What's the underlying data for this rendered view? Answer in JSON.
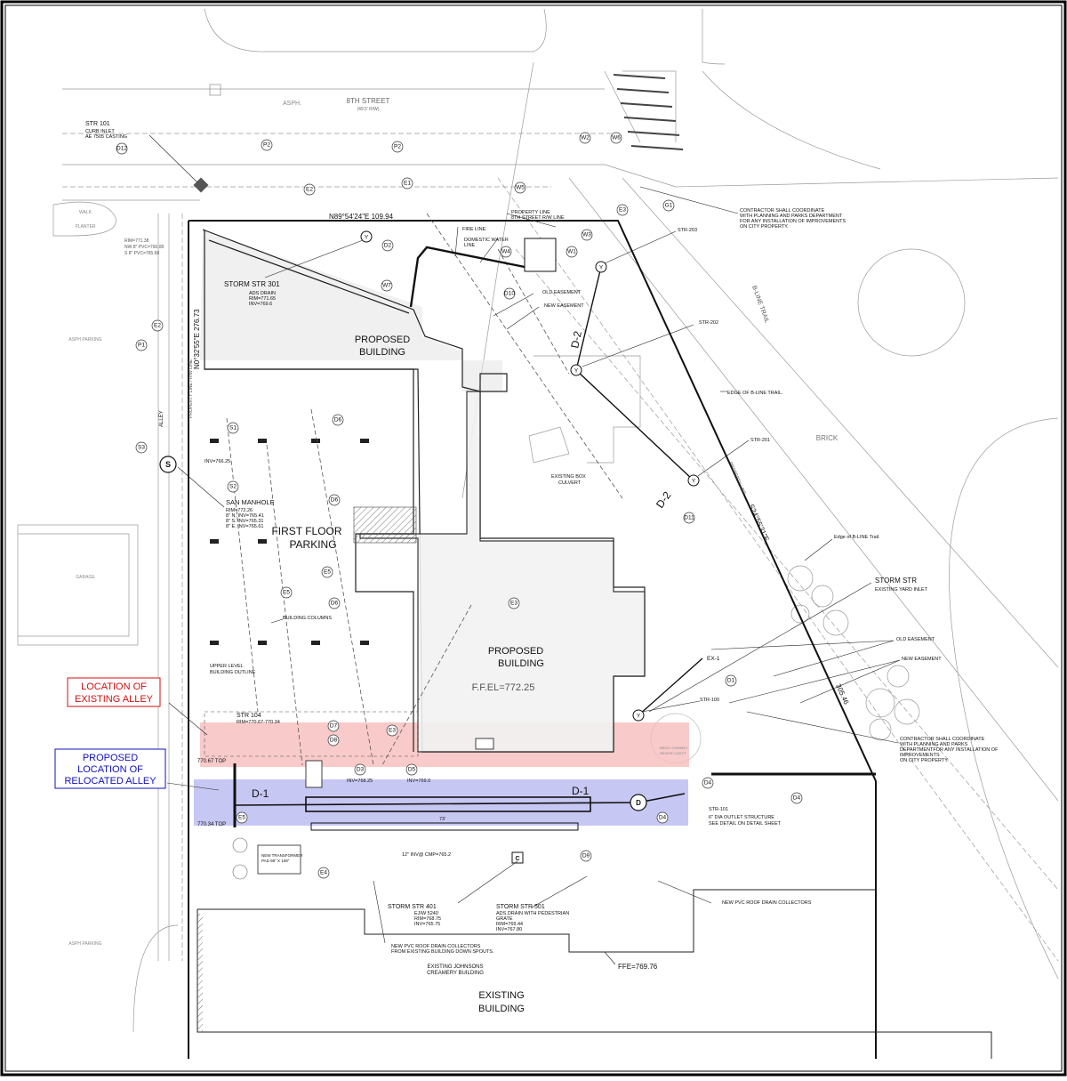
{
  "title_labels": {
    "street": "8TH STREET",
    "street_row": "(49.5' R/W)",
    "asph": "ASPH.",
    "alley": "ALLEY",
    "walk": "WALK",
    "planter": "PLANTER",
    "asph_parking_1": "ASPH PARKING",
    "asph_parking_2": "ASPH PARKING",
    "garage": "GARAGE",
    "brick": "BRICK",
    "bline_trail": "B-LINE TRAIL"
  },
  "bearings": {
    "north": "N89°54'24\"E  109.94",
    "west": "N0°32'55\"E  276.73",
    "east": "S24°55'31\"E",
    "east_dist": "305.46"
  },
  "buildings": {
    "proposed_1_a": "PROPOSED",
    "proposed_1_b": "BUILDING",
    "parking_a": "FIRST FLOOR",
    "parking_b": "PARKING",
    "proposed_2_a": "PROPOSED",
    "proposed_2_b": "BUILDING",
    "ffe": "F.F.EL=772.25",
    "existing_a": "EXISTING",
    "existing_b": "BUILDING",
    "johnsons_a": "EXISTING JOHNSONS",
    "johnsons_b": "CREAMERY BUILDING",
    "ffe_existing": "FFE=769.76",
    "transformer_a": "NEW TRANSFORMER",
    "transformer_b": "PAD 98\" X 108\""
  },
  "callouts": {
    "str101_title": "STR 101",
    "str101_l1": "CURB INLET",
    "str101_l2": "AE 7505 CASTING",
    "rim_a": "RIM=771.38",
    "rim_b": "NW 8\" PVC=766.08",
    "rim_c": "S 8\" PVC=765.68",
    "storm301_title": "STORM STR 301",
    "storm301_l1": "ADS DRAIN",
    "storm301_l2": "RIM=771.65",
    "storm301_l3": "INV=769.6",
    "property_line_a": "PROPERTY LINE",
    "property_line_b": "8TH STREET R/W LINE",
    "fire_line": "FIRE LINE",
    "domestic_a": "DOMESTIC WATER",
    "domestic_b": "LINE",
    "old_easement": "OLD EASEMENT",
    "new_easement": "NEW EASEMENT",
    "str203": "STR-203",
    "str202": "STR-202",
    "str201": "STR-201",
    "str100": "STR-100",
    "str101b": "STR-101",
    "str101b_a": "6\" DIA OUTLET STRUCTURE",
    "str101b_b": "SEE DETAIL ON DETAIL SHEET",
    "ex1": "EX-1",
    "coord_1a": "CONTRACTOR SHALL COORDINATE",
    "coord_1b": "WITH PLANNING AND PARKS DEPARTMENT",
    "coord_1c": "FOR ANY INSTALLATION OF IMPROVEMENTS",
    "coord_1d": "ON CITY PROPERTY.",
    "coord_2a": "CONTRACTOR SHALL COORDINATE",
    "coord_2b": "WITH PLANNING AND PARKS",
    "coord_2c": "DEPARTMENTFOR ANY INSTALLATION OF",
    "coord_2d": "IMPROVEMENTS",
    "coord_2e": "ON CITY PROPERTY.",
    "edge_trail_1": "EDGE OF B-LINE TRAIL.",
    "edge_trail_2": "Edge of B-LINE Trail.",
    "box_culvert_a": "EXISTING BOX",
    "box_culvert_b": "CULVERT",
    "property_line_v": "PROPERTY LINE / R/W LINE",
    "property_line_e": "PROPERTY LINE",
    "storm_str_title": "STORM STR",
    "storm_str_sub": "EXISTING YARD INLET",
    "old_easement_2": "OLD EASEMENT",
    "new_easement_2": "NEW EASEMENT",
    "inv_cmp": "12\" INV@ CMP=765.2",
    "san_title": "SAN MANHOLE",
    "san_l1": "RIM=772.26",
    "san_l2": "8\"  N.  INV=765.41",
    "san_l3": "8\"  S.  INV=765.31",
    "san_l4": "8\"  E.  INV=765.61",
    "inv_766": "INV=766.25",
    "bldg_columns": "BUILDING COLUMNS",
    "upper_a": "UPPER LEVEL",
    "upper_b": "BUILDING OUTLINE",
    "str104_title": "STR 104",
    "str104_l1": "RIM=770.67-770.34",
    "top_770_67": "770.67  TOP",
    "top_770_34": "770.34  TOP",
    "inv_768": "INV=768.25",
    "inv_769": "INV=769.0",
    "d1_left": "D-1",
    "d1_right": "D-1",
    "d2_top": "D-2",
    "d2_bot": "D-2",
    "len_73": "73'",
    "storm401_title": "STORM STR 401",
    "storm401_l1": "EJIW 5240",
    "storm401_l2": "RIM=768.75",
    "storm401_l3": "INV=765.75",
    "storm501_title": "STORM STR 501",
    "storm501_l1": "ADS DRAIN WITH PEDESTRIAN",
    "storm501_l2": "GRATE",
    "storm501_l3": "RIM=769.44",
    "storm501_l4": "INV=767.80",
    "roof_new_a": "NEW PVC ROOF DRAIN COLLECTORS",
    "roof_new_b": "FROM EXISTING BUILDING DOWN SPOUTS.",
    "roof_new_2": "NEW PVC ROOF DRAIN COLLECTORS",
    "brick_chimney_a": "BRICK CHIMNEY",
    "brick_chimney_b": "HEIGHT=100 FT",
    "alley_existing_a": "LOCATION OF",
    "alley_existing_b": "EXISTING ALLEY",
    "alley_prop_a": "PROPOSED",
    "alley_prop_b": "LOCATION OF",
    "alley_prop_c": "RELOCATED ALLEY"
  },
  "tags": {
    "p2a": "P2",
    "p2b": "P2",
    "e2a": "E2",
    "e1": "E1",
    "d12": "D12",
    "w2": "W2",
    "w6": "W6",
    "w5": "W5",
    "g1": "G1",
    "e3a": "E3",
    "w3": "W3",
    "w4": "W4",
    "w1": "W1",
    "w7": "W7",
    "d2": "D2",
    "d10": "D10",
    "e2b": "E2",
    "p1": "P1",
    "s3": "S3",
    "s1": "S1",
    "s2": "S2",
    "d6a": "D6",
    "d6b": "D6",
    "d6c": "D6",
    "e5a": "E5",
    "e5b": "E5",
    "e3b": "E3",
    "d11": "D11",
    "d1": "D1",
    "d7": "D7",
    "d8": "D8",
    "d9": "D9",
    "d3": "D3",
    "d5": "D5",
    "e3c": "E3",
    "e5c": "E5",
    "d4a": "D4",
    "d4b": "D4",
    "d4c": "D4",
    "e4": "E4",
    "y": "Y",
    "dd": "D",
    "s": "S",
    "c": "C"
  },
  "colors": {
    "existing_alley": "#f7b8b8",
    "relocated_alley": "#b4b4f0",
    "existing_text": "#d01010",
    "relocated_text": "#1010c0"
  }
}
